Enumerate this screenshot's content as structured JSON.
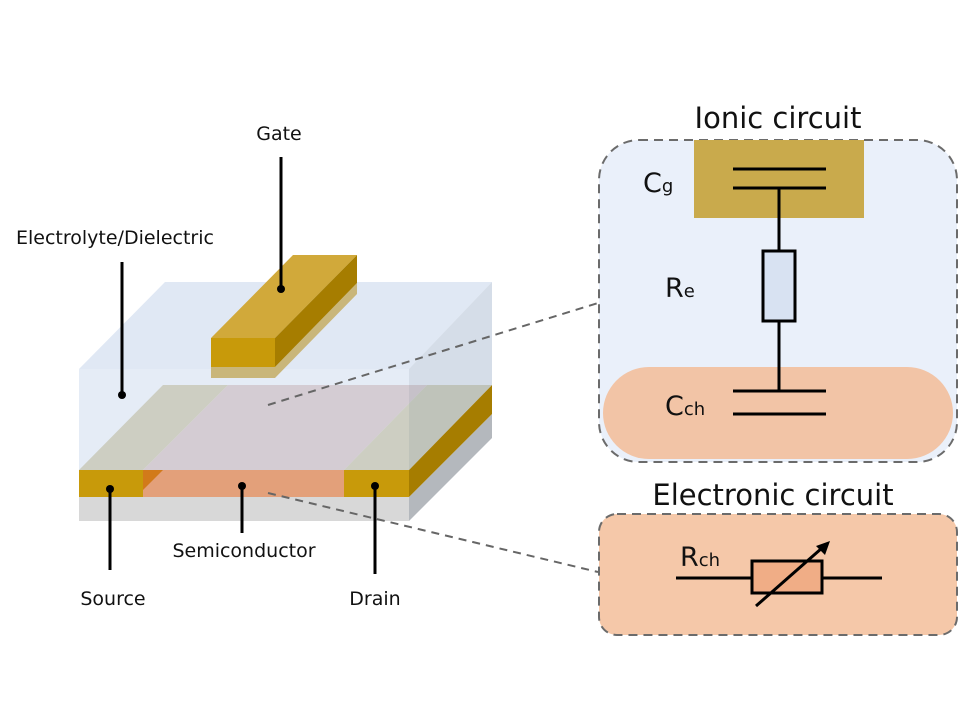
{
  "device": {
    "labels": {
      "gate": "Gate",
      "electrolyte": "Electrolyte/Dielectric",
      "semiconductor": "Semiconductor",
      "source": "Source",
      "drain": "Drain"
    }
  },
  "ionic_circuit": {
    "title": "Ionic circuit",
    "cg": {
      "main": "C",
      "sub": "g"
    },
    "re": {
      "main": "R",
      "sub": "e"
    },
    "cch": {
      "main": "C",
      "sub": "ch"
    }
  },
  "electronic_circuit": {
    "title": "Electronic circuit",
    "rch": {
      "main": "R",
      "sub": "ch"
    }
  },
  "colors": {
    "gold": "#c89a0a",
    "gold_top": "#d1a93a",
    "gold_side": "#a67d00",
    "electrolyte": "#dbe5f3",
    "semiconductor": "#e3a07a",
    "substrate": "#d6d6d6",
    "ionic_bg": "#eaf0fa",
    "channel_bg": "#f2c4a6",
    "cg_box": "#c9aa4c"
  }
}
